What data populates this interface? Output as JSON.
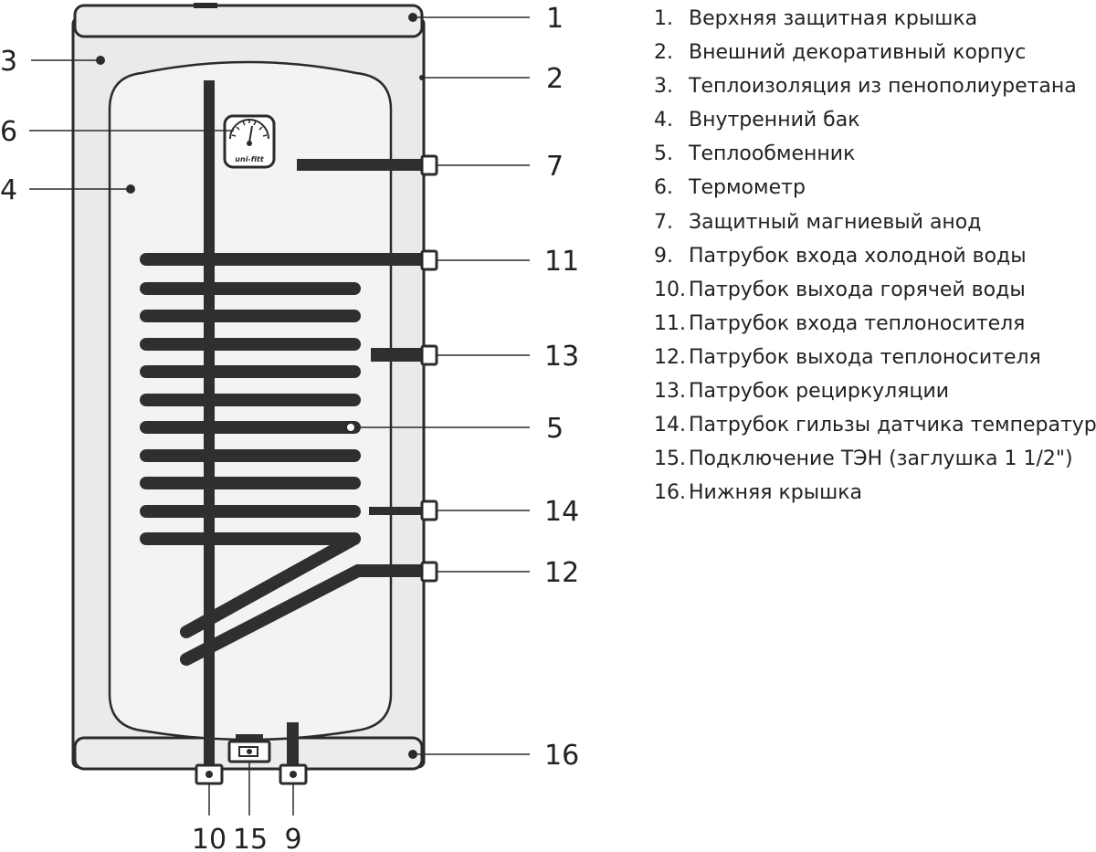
{
  "callouts": {
    "c1": "1",
    "c2": "2",
    "c3": "3",
    "c4": "4",
    "c5": "5",
    "c6": "6",
    "c7": "7",
    "c9": "9",
    "c10": "10",
    "c11": "11",
    "c12": "12",
    "c13": "13",
    "c14": "14",
    "c15": "15",
    "c16": "16"
  },
  "thermometer_brand": "uni-fitt",
  "legend": [
    {
      "num": "1.",
      "text": "Верхняя защитная крышка"
    },
    {
      "num": "2.",
      "text": "Внешний декоративный корпус"
    },
    {
      "num": "3.",
      "text": "Теплоизоляция из пенополиуретана"
    },
    {
      "num": "4.",
      "text": "Внутренний бак"
    },
    {
      "num": "5.",
      "text": "Теплообменник"
    },
    {
      "num": "6.",
      "text": "Термометр"
    },
    {
      "num": "7.",
      "text": "Защитный магниевый анод"
    },
    {
      "num": "9.",
      "text": "Патрубок входа холодной воды"
    },
    {
      "num": "10.",
      "text": "Патрубок выхода горячей воды"
    },
    {
      "num": "11.",
      "text": "Патрубок входа теплоносителя"
    },
    {
      "num": "12.",
      "text": "Патрубок выхода теплоносителя"
    },
    {
      "num": "13.",
      "text": "Патрубок рециркуляции"
    },
    {
      "num": "14.",
      "text": "Патрубок гильзы датчика температуры"
    },
    {
      "num": "15.",
      "text": "Подключение ТЭН (заглушка 1 1/2\")"
    },
    {
      "num": "16.",
      "text": "Нижняя крышка"
    }
  ],
  "colors": {
    "outline": "#2b2b2b",
    "pipe": "#2f2f2f",
    "casing_fill": "#ebebeb",
    "tank_fill": "#f2f2f2"
  }
}
